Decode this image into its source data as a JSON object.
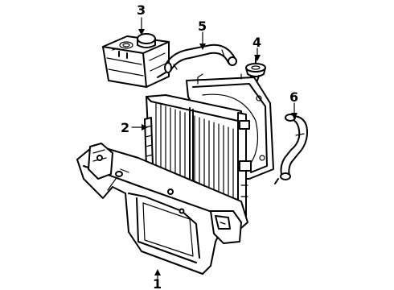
{
  "diagram": {
    "callouts": {
      "fan_shroud_support": "1",
      "radiator": "2",
      "coolant_reservoir": "3",
      "thermostat": "4",
      "upper_hose": "5",
      "lower_hose": "6"
    }
  }
}
